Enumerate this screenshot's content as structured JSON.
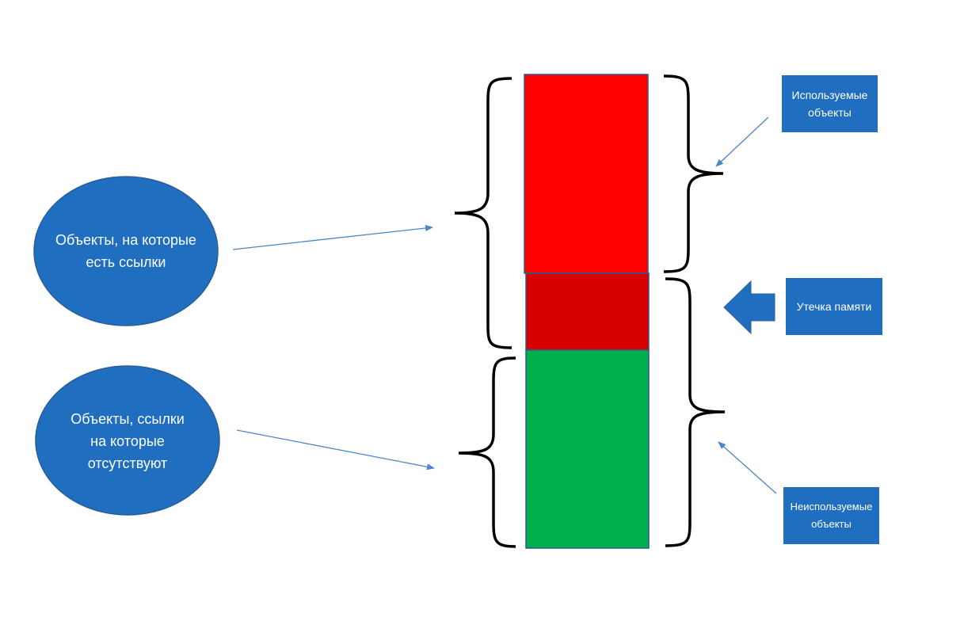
{
  "colors": {
    "blue_shape": "#1f6ebf",
    "blue_stroke": "#2a5d9a",
    "arrow_line": "#4a86c8",
    "used_block": "#ff0000",
    "leak_block": "#d90000",
    "unused_block": "#00b04b",
    "block_stroke": "#2e5a8c",
    "brace": "#000000"
  },
  "left_labels": {
    "referenced": {
      "line1": "Объекты, на которые",
      "line2": "есть ссылки"
    },
    "unreferenced": {
      "line1": "Объекты, ссылки",
      "line2": "на которые",
      "line3": "отсутствуют"
    }
  },
  "right_labels": {
    "used": {
      "line1": "Используемые",
      "line2": "объекты"
    },
    "leak": {
      "line1": "Утечка памяти"
    },
    "unused": {
      "line1": "Неиспользуемые",
      "line2": "объекты"
    }
  }
}
